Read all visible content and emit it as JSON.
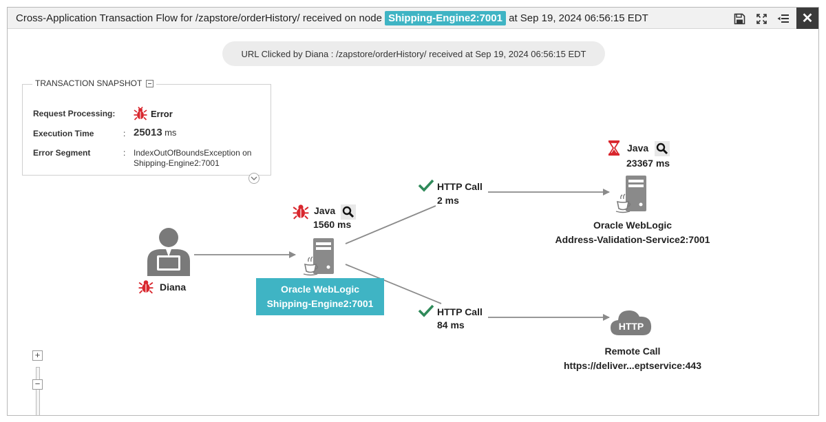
{
  "titlebar": {
    "title_prefix": "Cross-Application Transaction Flow for /zapstore/orderHistory/ received on node",
    "node": "Shipping-Engine2:7001",
    "title_suffix": "at Sep 19, 2024 06:56:15 EDT",
    "actions": [
      "save-icon",
      "fullscreen-icon",
      "list-collapse-icon",
      "close-icon"
    ],
    "close_glyph": "✕"
  },
  "url_banner": "URL Clicked by Diana : /zapstore/orderHistory/ received at Sep 19, 2024 06:56:15 EDT",
  "snapshot": {
    "heading": "TRANSACTION SNAPSHOT",
    "rows": [
      {
        "label": "Request Processing:",
        "value": "Error",
        "icon": "bug-icon"
      },
      {
        "label": "Execution Time",
        "colon": ":",
        "value": "25013",
        "unit": "ms"
      },
      {
        "label": "Error Segment",
        "colon": ":",
        "value": "IndexOutOfBoundsException on Shipping-Engine2:7001"
      }
    ]
  },
  "user": {
    "name": "Diana",
    "status_icon": "bug-icon"
  },
  "nodes": {
    "shipping": {
      "tech": "Java",
      "time": "1560 ms",
      "status_icon": "bug-icon",
      "line1": "Oracle WebLogic",
      "line2": "Shipping-Engine2:7001",
      "selected": true
    },
    "address": {
      "tech": "Java",
      "time": "23367 ms",
      "status_icon": "hourglass-icon",
      "line1": "Oracle WebLogic",
      "line2": "Address-Validation-Service2:7001"
    },
    "remote": {
      "icon_text": "HTTP",
      "line1": "Remote Call",
      "line2": "https://deliver...eptservice:443"
    }
  },
  "calls": {
    "to_address": {
      "label": "HTTP Call",
      "time": "2 ms",
      "status_icon": "check-icon"
    },
    "to_remote": {
      "label": "HTTP Call",
      "time": "84 ms",
      "status_icon": "check-icon"
    }
  },
  "zoom": {
    "plus": "+",
    "minus": "−"
  },
  "colors": {
    "accent": "#3fb4c4",
    "error": "#d9272e",
    "ok": "#2f8a5a",
    "icon_gray": "#7a7a7a",
    "edge": "#8a8a8a"
  }
}
